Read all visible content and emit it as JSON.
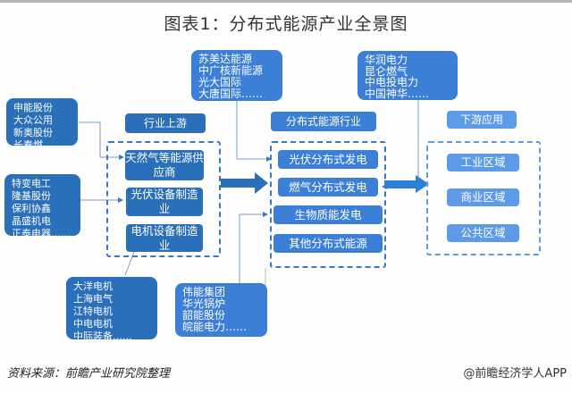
{
  "title": "图表1：分布式能源产业全景图",
  "sections": {
    "upstream": {
      "header": "行业上游",
      "nodes": [
        "天然气等能源供应商",
        "光伏设备制造业",
        "电机设备制造业"
      ]
    },
    "midstream": {
      "header": "分布式能源行业",
      "nodes": [
        "光伏分布式发电",
        "燃气分布式发电",
        "生物质能发电",
        "其他分布式能源"
      ]
    },
    "downstream": {
      "header": "下游应用",
      "nodes": [
        "工业区域",
        "商业区域",
        "公共区域"
      ]
    }
  },
  "company_lists": {
    "gas_suppliers": [
      "申能股份",
      "大众公用",
      "新奥股份",
      "长春燃气……"
    ],
    "pv_equipment": [
      "特变电工",
      "隆基股份",
      "保利协鑫",
      "晶盛机电",
      "正泰电器……"
    ],
    "motor_equipment": [
      "大洋电机",
      "上海电气",
      "江特电机",
      "中电电机",
      "中际装备……"
    ],
    "pv_generation": [
      "苏美达能源",
      "中广核新能源",
      "光大国际",
      "大唐国际……"
    ],
    "gas_generation": [
      "华润电力",
      "昆仑燃气",
      "中电投电力",
      "中国神华……"
    ],
    "biomass_generation": [
      "伟能集团",
      "华光锅炉",
      "韶能股份",
      "皖能电力……"
    ]
  },
  "footer": {
    "source": "资料来源：前瞻产业研究院整理",
    "brand": "@前瞻经济学人APP"
  },
  "colors": {
    "dark_blue": "#2a6fb9",
    "mid_blue": "#3b7fd6",
    "light_blue": "#5d9be8",
    "dash_blue": "#3a78c2"
  }
}
